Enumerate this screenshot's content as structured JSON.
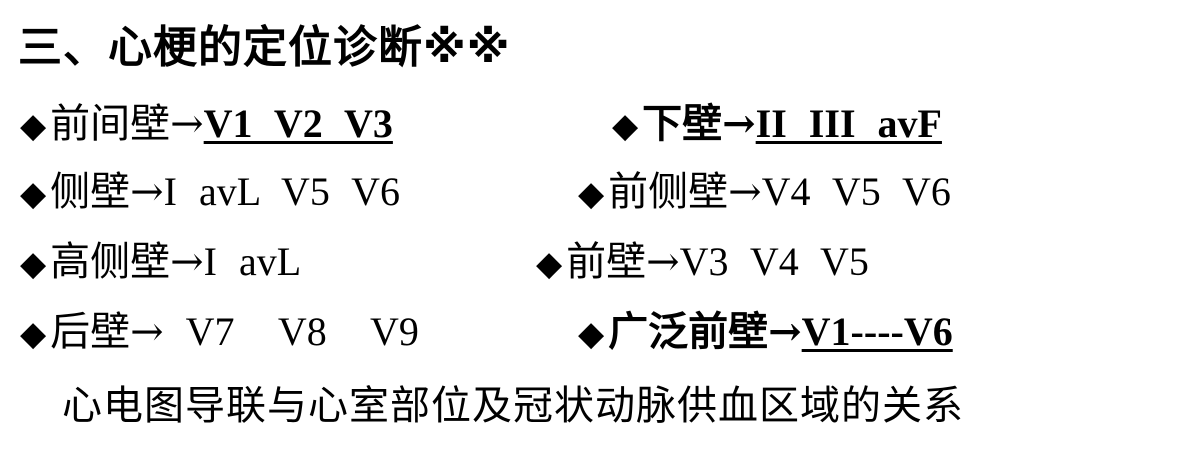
{
  "title": "三、心梗的定位诊断※※",
  "bullet": "◆",
  "arrow": "→",
  "items": [
    {
      "label": "前间壁",
      "leads": "V1  V2  V3"
    },
    {
      "label": "下壁",
      "leads": "II  III  avF"
    },
    {
      "label": "侧壁",
      "leads": "I  avL  V5  V6"
    },
    {
      "label": "前侧壁",
      "leads": "V4  V5  V6"
    },
    {
      "label": "高侧壁",
      "leads": "I  avL"
    },
    {
      "label": "前壁",
      "leads": "V3  V4  V5"
    },
    {
      "label": "后壁",
      "leads": " V7  V8  V9"
    },
    {
      "label": "广泛前壁",
      "leads": "V1----V6"
    }
  ],
  "caption": "心电图导联与心室部位及冠状动脉供血区域的关系"
}
